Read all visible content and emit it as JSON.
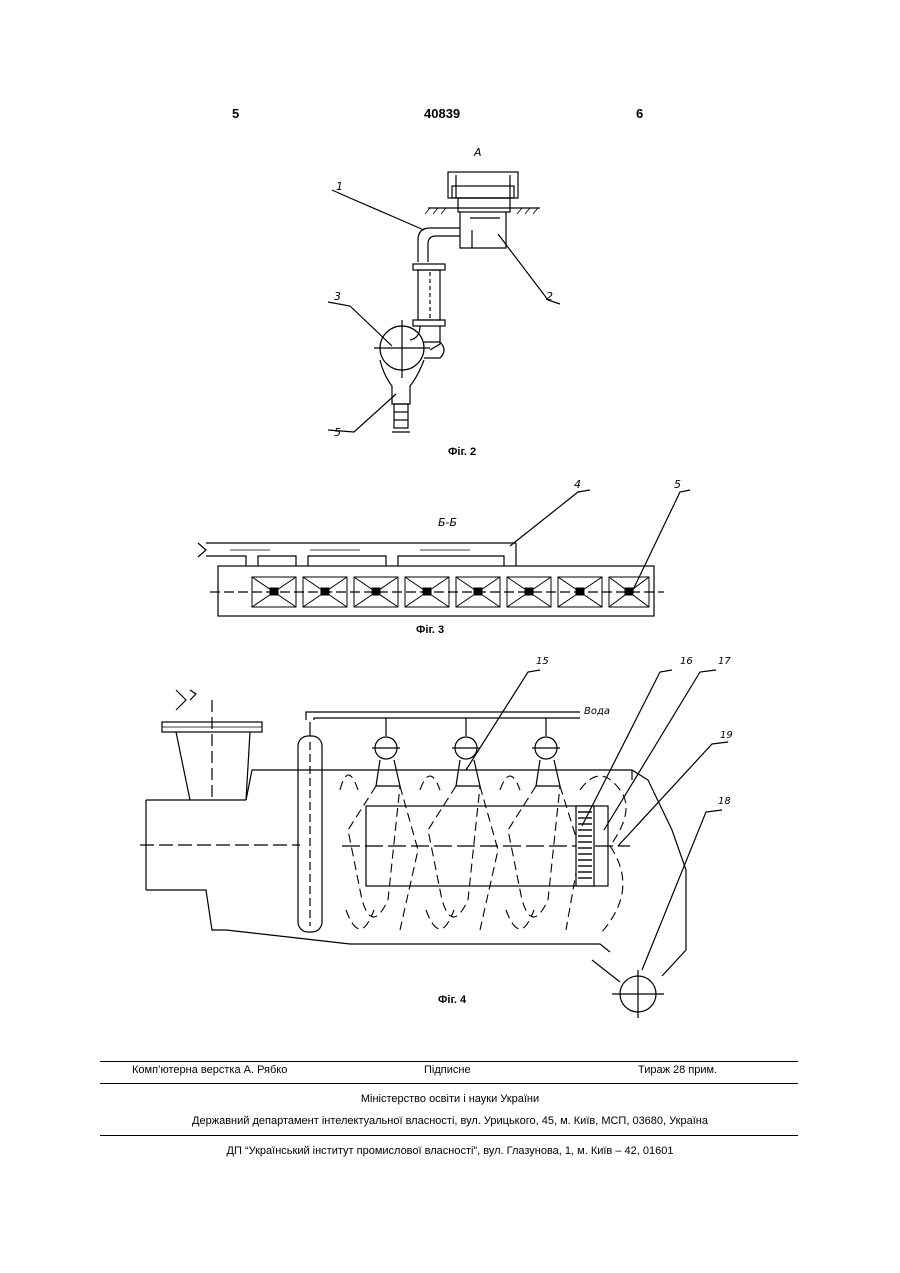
{
  "header": {
    "left_page": "5",
    "patent_number": "40839",
    "right_page": "6"
  },
  "fig2": {
    "caption": "Фіг. 2",
    "view_label": "А",
    "labels": {
      "l1": "1",
      "l2": "2",
      "l3": "3",
      "l5": "5"
    }
  },
  "fig3": {
    "caption": "Фіг. 3",
    "section_label": "Б-Б",
    "labels": {
      "l4": "4",
      "l5": "5"
    },
    "nozzle_count": 8
  },
  "fig4": {
    "caption": "Фіг. 4",
    "water_label": "Вода",
    "labels": {
      "l15": "15",
      "l16": "16",
      "l17": "17",
      "l19": "19",
      "l18": "18"
    }
  },
  "footer": {
    "typesetting": "Комп’ютерна верстка А. Рябко",
    "subscription": "Підписне",
    "circulation": "Тираж 28 прим.",
    "ministry": "Міністерство освіти і науки України",
    "department": "Державний департамент інтелектуальної власності, вул. Урицького, 45, м. Київ, МСП, 03680, Україна",
    "institute": "ДП “Український інститут промислової власності”, вул. Глазунова, 1, м. Київ – 42, 01601"
  }
}
